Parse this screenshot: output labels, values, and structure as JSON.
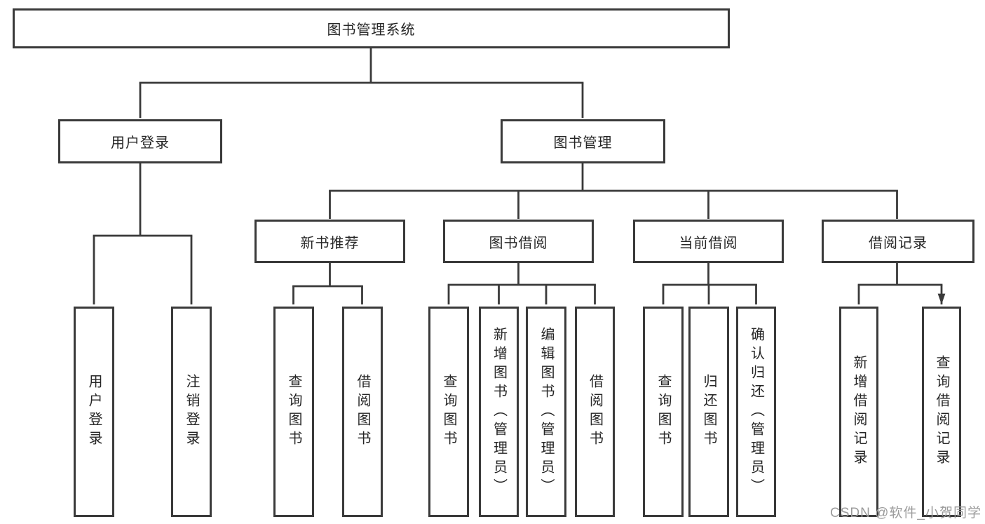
{
  "diagram": {
    "root": {
      "label": "图书管理系统"
    },
    "level2": [
      {
        "label": "用户登录"
      },
      {
        "label": "图书管理"
      }
    ],
    "level3": [
      {
        "label": "新书推荐"
      },
      {
        "label": "图书借阅"
      },
      {
        "label": "当前借阅"
      },
      {
        "label": "借阅记录"
      }
    ],
    "leaves": [
      {
        "label": "用户登录"
      },
      {
        "label": "注销登录"
      },
      {
        "label": "查询图书"
      },
      {
        "label": "借阅图书"
      },
      {
        "label": "查询图书"
      },
      {
        "label": "新增图书（管理员）"
      },
      {
        "label": "编辑图书（管理员）"
      },
      {
        "label": "借阅图书"
      },
      {
        "label": "查询图书"
      },
      {
        "label": "归还图书"
      },
      {
        "label": "确认归还（管理员）"
      },
      {
        "label": "新增借阅记录"
      },
      {
        "label": "查询借阅记录"
      }
    ]
  },
  "watermark": {
    "text": "CSDN @软件_小贺同学"
  },
  "colors": {
    "line": "#3a3a3a",
    "box_border": "#3a3a3a",
    "text": "#262626",
    "watermark": "#9b9b9b",
    "background": "#ffffff"
  }
}
